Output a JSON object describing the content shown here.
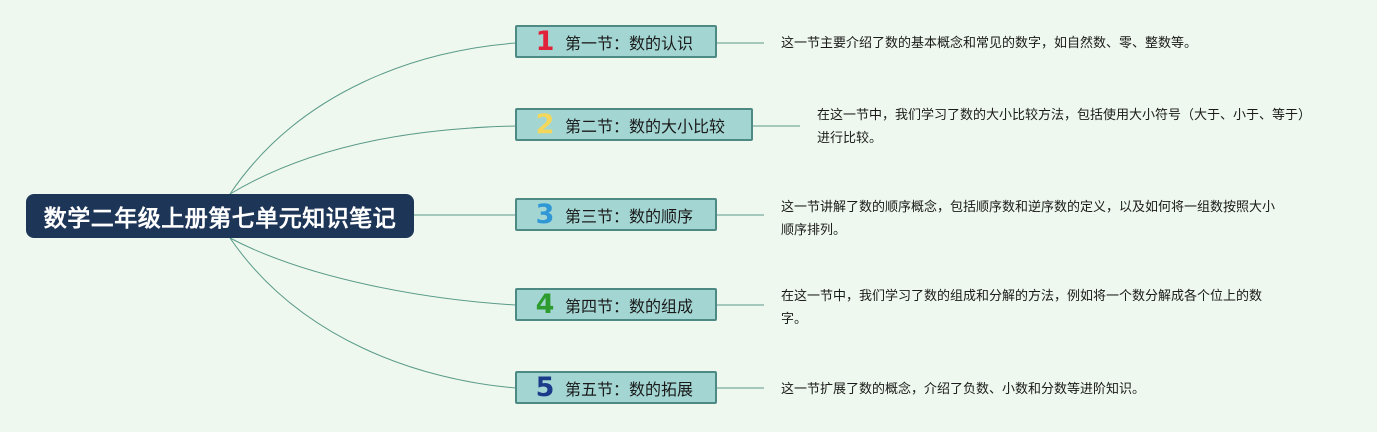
{
  "root": {
    "label": "数学二年级上册第七单元知识笔记"
  },
  "sections": [
    {
      "num": "1",
      "title": "第一节：数的认识",
      "color": "#e0223a",
      "note": "这一节主要介绍了数的基本概念和常见的数字，如自然数、零、整数等。"
    },
    {
      "num": "2",
      "title": "第二节：数的大小比较",
      "color": "#f2d75c",
      "note": "在这一节中，我们学习了数的大小比较方法，包括使用大小符号（大于、小于、等于）进行比较。"
    },
    {
      "num": "3",
      "title": "第三节：数的顺序",
      "color": "#2f97d6",
      "note": "这一节讲解了数的顺序概念，包括顺序数和逆序数的定义，以及如何将一组数按照大小顺序排列。"
    },
    {
      "num": "4",
      "title": "第四节：数的组成",
      "color": "#2e9b2e",
      "note": "在这一节中，我们学习了数的组成和分解的方法，例如将一个数分解成各个位上的数字。"
    },
    {
      "num": "5",
      "title": "第五节：数的拓展",
      "color": "#1c3a8a",
      "note": "这一节扩展了数的概念，介绍了负数、小数和分数等进阶知识。"
    }
  ]
}
